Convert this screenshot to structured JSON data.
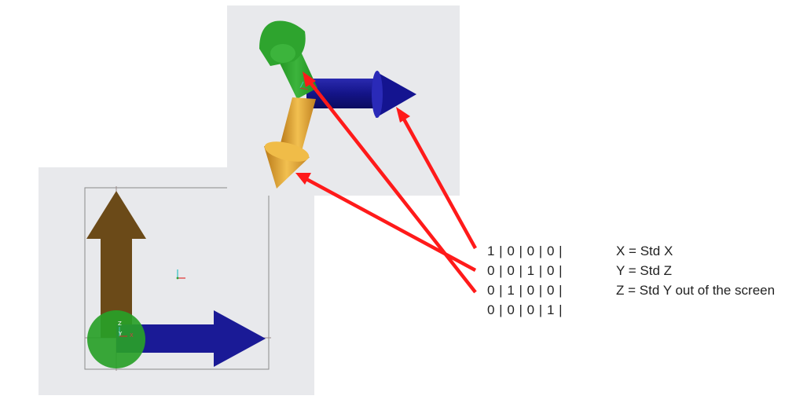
{
  "matrix": {
    "rows": [
      "1 | 0 | 0 | 0 |",
      "0 | 0 | 1 | 0 |",
      "0 | 1 | 0 | 0 |",
      "0 | 0 | 0 | 1 |"
    ]
  },
  "legend": {
    "x_map": "X = Std X",
    "y_map": "Y = Std Z",
    "z_map": "Z = Std Y out of the screen"
  },
  "triad_labels": {
    "z": "Z",
    "y": "Y",
    "x": "X"
  },
  "colors": {
    "viewport_bg": "#e8e9ec",
    "x_axis_blue": "#1a1a96",
    "y_axis_green": "#28a028",
    "z_axis_gold": "#e0a030",
    "brown_arrow": "#6b4a18",
    "callout_red": "#ff1a1a"
  }
}
